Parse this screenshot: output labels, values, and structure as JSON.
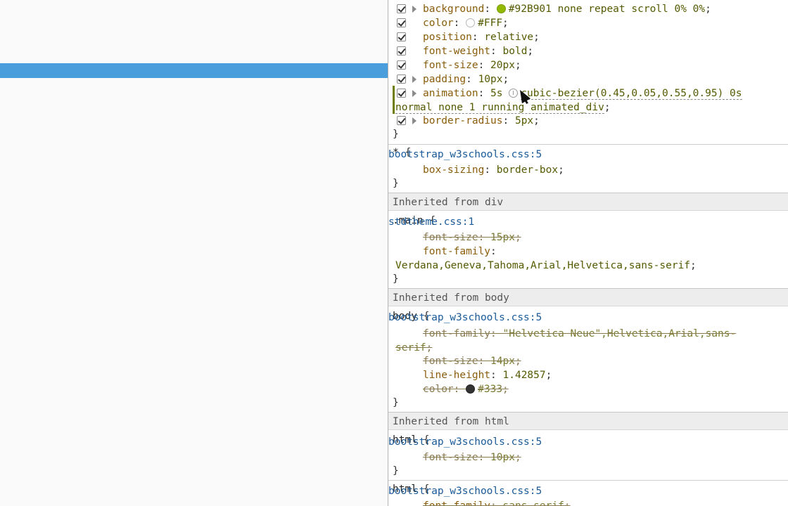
{
  "colors": {
    "page_bg": "#fafafa",
    "blue_bar": "#4a9edb",
    "bg_swatch": "#92B901",
    "fff_swatch": "#FFFFFF",
    "dark_swatch": "#333333",
    "source_link": "#1a5a99"
  },
  "rule1": {
    "props": [
      {
        "name": "background",
        "value": "#92B901 none repeat scroll 0% 0%"
      },
      {
        "name": "color",
        "value": "#FFF"
      },
      {
        "name": "position",
        "value": "relative"
      },
      {
        "name": "font-weight",
        "value": "bold"
      },
      {
        "name": "font-size",
        "value": "20px"
      },
      {
        "name": "padding",
        "value": "10px"
      },
      {
        "name": "animation",
        "value_a": "5s",
        "value_b": "cubic-bezier(0.45,0.05,0.55,0.95) 0s",
        "value_c": "normal none 1 running animated_div"
      },
      {
        "name": "border-radius",
        "value": "5px"
      }
    ]
  },
  "rule2": {
    "selector": "*",
    "source": "bootstrap_w3schools.css:5",
    "props": [
      {
        "name": "box-sizing",
        "value": "border-box"
      }
    ]
  },
  "inherited_div": {
    "header": "Inherited from div",
    "selector": ".main",
    "source": "stdtheme.css:1",
    "props": [
      {
        "name": "font-size",
        "value": "15px"
      },
      {
        "name": "font-family",
        "value": "Verdana,Geneva,Tahoma,Arial,Helvetica,sans-serif"
      }
    ]
  },
  "inherited_body": {
    "header": "Inherited from body",
    "selector": "body",
    "source": "bootstrap_w3schools.css:5",
    "props": [
      {
        "name": "font-family",
        "value_a": "\"Helvetica Neue\",Helvetica,Arial,sans-",
        "value_b": "serif"
      },
      {
        "name": "font-size",
        "value": "14px"
      },
      {
        "name": "line-height",
        "value": "1.42857"
      },
      {
        "name": "color",
        "value": "#333"
      }
    ]
  },
  "inherited_html": {
    "header": "Inherited from html",
    "rules": [
      {
        "selector": "html",
        "source": "bootstrap_w3schools.css:5",
        "props": [
          {
            "name": "font-size",
            "value": "10px"
          }
        ]
      },
      {
        "selector": "html",
        "source": "bootstrap_w3schools.css:5",
        "props": [
          {
            "name": "font-family",
            "value": "sans-serif"
          }
        ]
      }
    ]
  },
  "punct": {
    "colon": ":",
    "semi": ";",
    "open": "{",
    "close": "}"
  }
}
